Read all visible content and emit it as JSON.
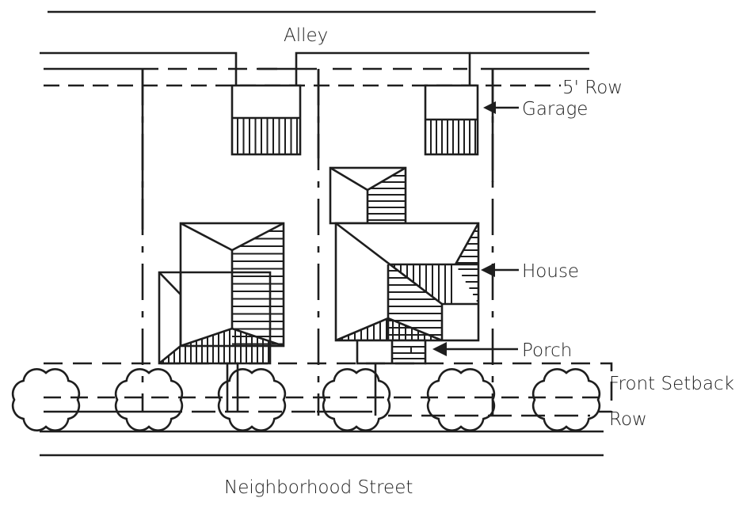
{
  "diagram": {
    "title": "Residential lot layout",
    "colors": {
      "ink": "#1e1e1e",
      "background": "#ffffff"
    },
    "labels": {
      "alley": "Alley",
      "row_top": "5' Row",
      "garage": "Garage",
      "house": "House",
      "porch": "Porch",
      "front_setback": "Front Setback",
      "row_bottom": "Row",
      "street": "Neighborhood Street"
    },
    "lots": [
      {
        "name": "left-lot",
        "garage": true,
        "house": true
      },
      {
        "name": "right-lot",
        "garage": true,
        "house": true,
        "porch": true
      }
    ],
    "tree_count": 6,
    "arrows": [
      "garage",
      "house",
      "porch"
    ]
  }
}
